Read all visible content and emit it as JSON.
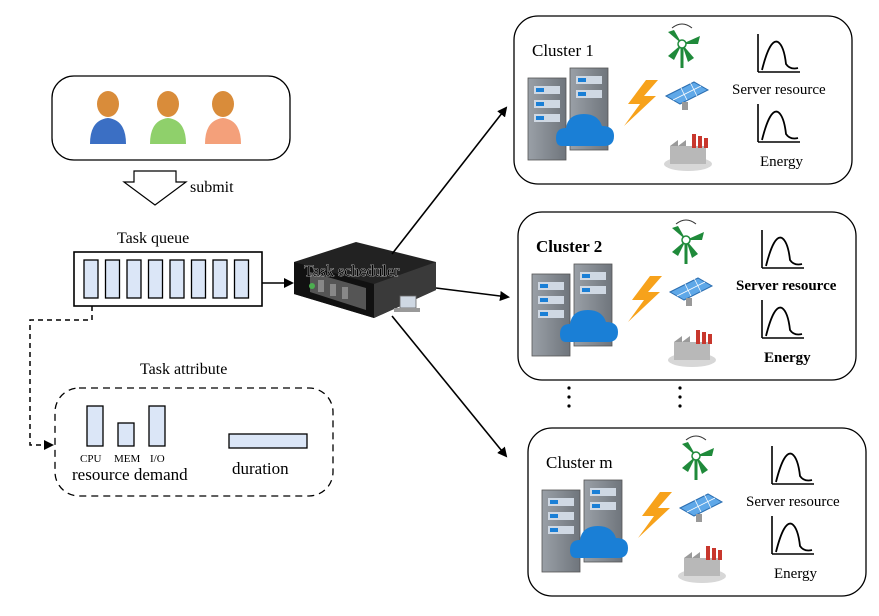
{
  "users": {
    "submit_label": "submit"
  },
  "queue": {
    "title": "Task queue"
  },
  "scheduler": {
    "label": "Task scheduler"
  },
  "attributes": {
    "title": "Task attribute",
    "bars": [
      "CPU",
      "MEM",
      "I/O"
    ],
    "resource_label": "resource demand",
    "duration_label": "duration"
  },
  "clusters": [
    {
      "name": "Cluster 1",
      "server_label": "Server resource",
      "energy_label": "Energy",
      "bold": false
    },
    {
      "name": "Cluster 2",
      "server_label": "Server resource",
      "energy_label": "Energy",
      "bold": true
    },
    {
      "name": "Cluster m",
      "server_label": "Server resource",
      "energy_label": "Energy",
      "bold": false
    }
  ],
  "colors": {
    "user_blue": "#3b6fc4",
    "user_green": "#8fd06b",
    "user_orange": "#f4a07a",
    "skin": "#d98c3a",
    "queue_fill": "#dbe6f7",
    "server_gray": "#8a8f96",
    "cloud_blue": "#1a7fd6",
    "lightning": "#f7a21b",
    "turbine_green": "#1f8a3a",
    "factory_red": "#c8372d"
  },
  "icons": [
    "user-icon",
    "down-arrow-icon",
    "server-rack-icon",
    "cloud-icon",
    "lightning-icon",
    "wind-turbine-icon",
    "solar-panel-icon",
    "factory-icon",
    "curve-chart-icon",
    "scheduler-device-icon",
    "ellipsis-icon"
  ]
}
